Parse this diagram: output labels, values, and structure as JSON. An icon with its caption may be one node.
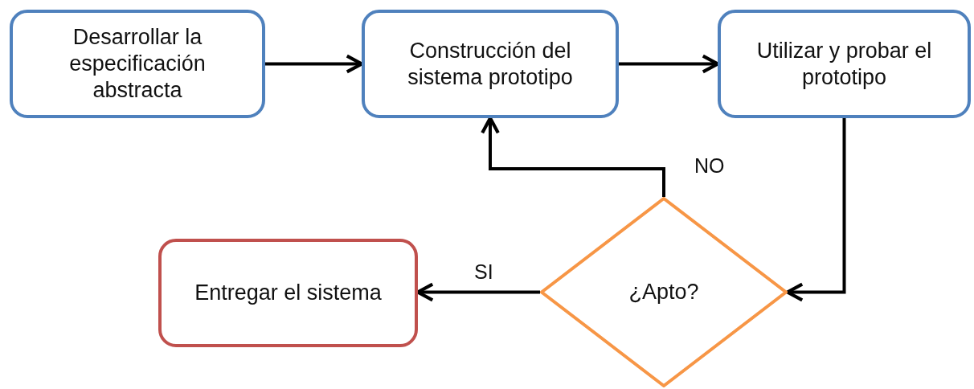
{
  "diagram": {
    "nodes": [
      {
        "text": [
          "Desarrollar la especificación abstracta"
        ]
      },
      {
        "text": [
          "Construcción del sistema prototipo"
        ]
      },
      {
        "text": [
          "Utilizar y probar el prototipo"
        ]
      },
      {
        "text": [
          "¿Apto?"
        ]
      },
      {
        "text": [
          "Entregar el sistema"
        ]
      }
    ],
    "edges": [
      {
        "from": 0,
        "to": 1,
        "arrow": "to"
      },
      {
        "from": 1,
        "to": 2,
        "arrow": "to"
      },
      {
        "from": 2,
        "to": 3,
        "arrow": "to"
      },
      {
        "from": 3,
        "to": 1,
        "arrow": "to",
        "label": "NO"
      },
      {
        "from": 3,
        "to": 4,
        "arrow": "to",
        "label": "SI"
      }
    ]
  }
}
